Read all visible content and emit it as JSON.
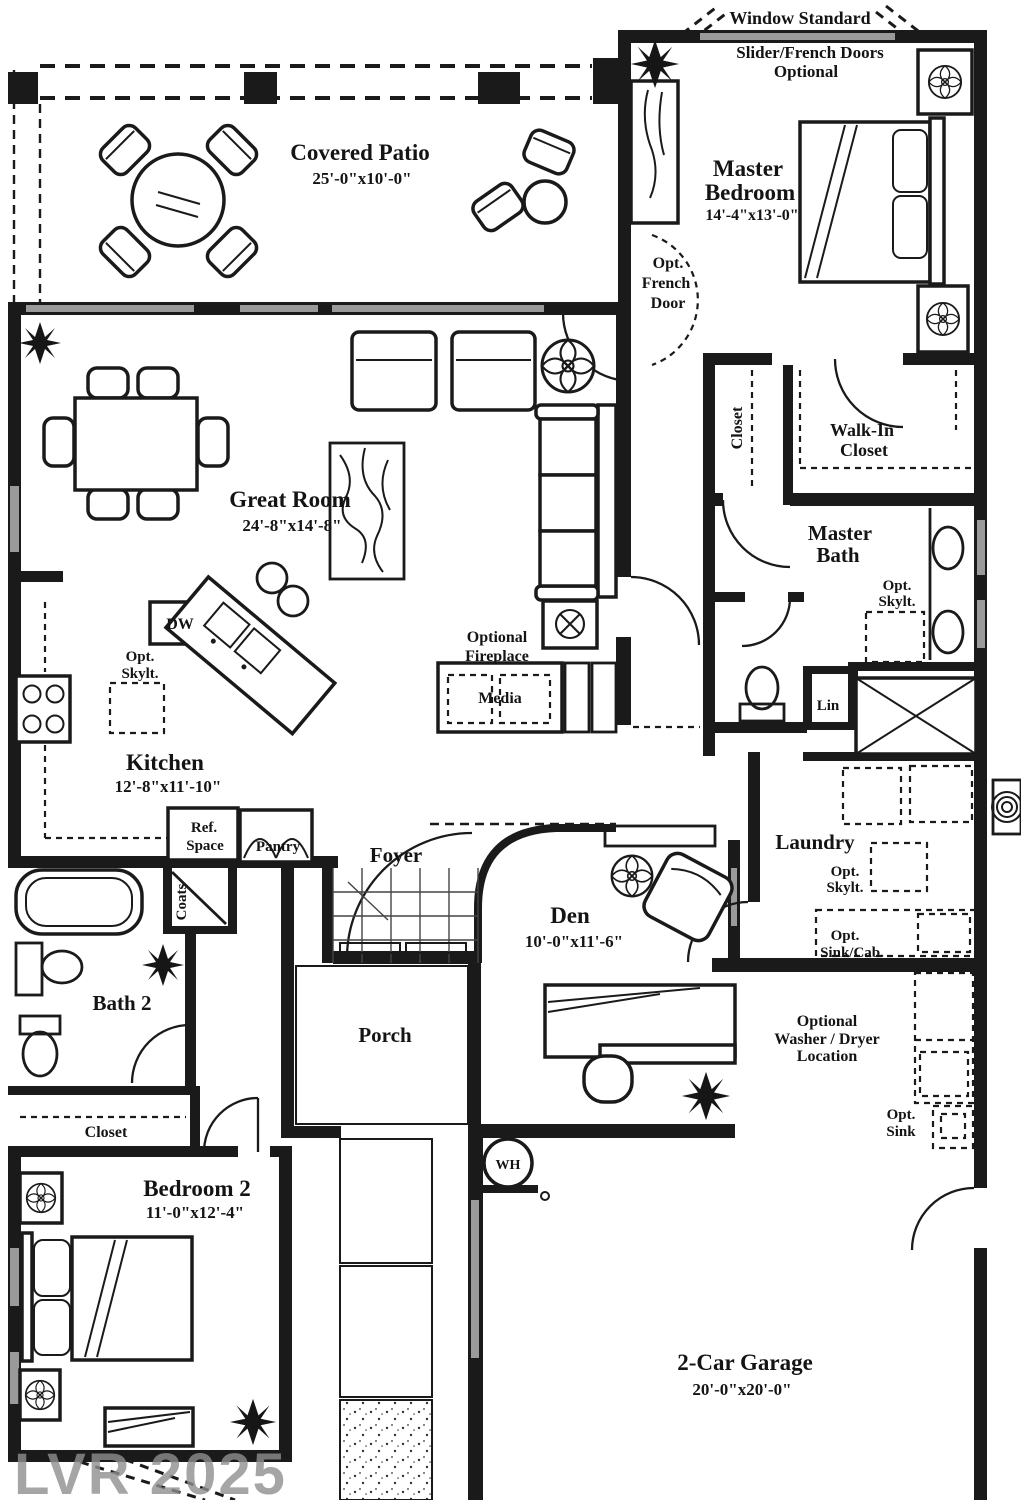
{
  "colors": {
    "ink": "#1a1a1a",
    "paper": "#ffffff",
    "window_gray": "#9a9a9a",
    "watermark_gray": "#8f8f8f"
  },
  "annotations": {
    "window_standard": "Window Standard",
    "slider_french": {
      "line1": "Slider/French Doors",
      "line2": "Optional"
    },
    "opt_french_door": {
      "line1": "Opt.",
      "line2": "French",
      "line3": "Door"
    },
    "optional_fireplace": {
      "line1": "Optional",
      "line2": "Fireplace"
    },
    "opt_skylt": {
      "line1": "Opt.",
      "line2": "Skylt."
    },
    "ref_space": {
      "line1": "Ref.",
      "line2": "Space"
    },
    "opt_sink_cab": {
      "line1": "Opt.",
      "line2": "Sink/Cab."
    },
    "washer_dryer": {
      "line1": "Optional",
      "line2": "Washer / Dryer",
      "line3": "Location"
    },
    "opt_sink": {
      "line1": "Opt.",
      "line2": "Sink"
    }
  },
  "rooms": {
    "covered_patio": {
      "name": "Covered Patio",
      "dims": "25'-0\"x10'-0\""
    },
    "master_bedroom": {
      "line1": "Master",
      "line2": "Bedroom",
      "dims": "14'-4\"x13'-0\""
    },
    "great_room": {
      "name": "Great Room",
      "dims": "24'-8\"x14'-8\""
    },
    "kitchen": {
      "name": "Kitchen",
      "dims": "12'-8\"x11'-10\""
    },
    "master_bath": {
      "line1": "Master",
      "line2": "Bath"
    },
    "walk_in_closet": {
      "line1": "Walk-In",
      "line2": "Closet"
    },
    "laundry": {
      "name": "Laundry"
    },
    "foyer": {
      "name": "Foyer"
    },
    "den": {
      "name": "Den",
      "dims": "10'-0\"x11'-6\""
    },
    "bath_2": {
      "name": "Bath 2"
    },
    "porch": {
      "name": "Porch"
    },
    "bedroom_2": {
      "name": "Bedroom 2",
      "dims": "11'-0\"x12'-4\""
    },
    "garage": {
      "name": "2-Car Garage",
      "dims": "20'-0\"x20'-0\""
    }
  },
  "fixtures": {
    "dw": "DW",
    "media": "Media",
    "lin": "Lin",
    "pantry": "Pantry",
    "coats": "Coats",
    "closet_master": "Closet",
    "closet_hall": "Closet",
    "water_heater": "WH"
  },
  "watermark": "LVR 2025"
}
